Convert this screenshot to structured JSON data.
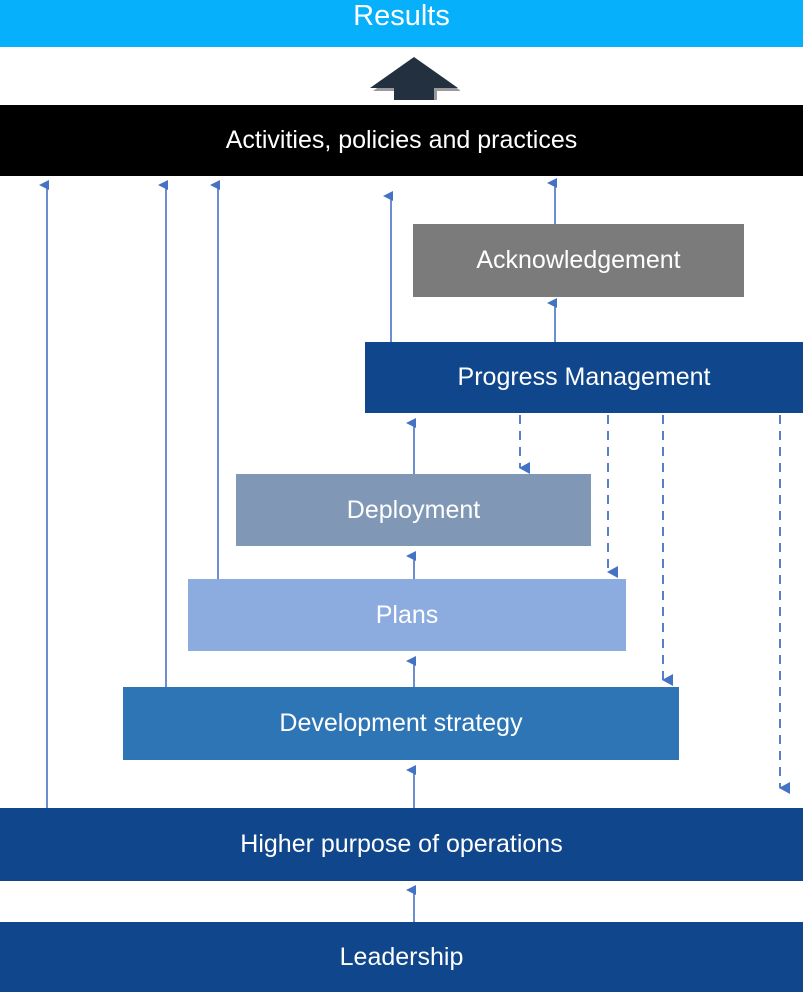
{
  "diagram": {
    "title": "Results achievement pyramid",
    "bands": {
      "results": {
        "label": "Results",
        "color": "#06b0fb"
      },
      "activities": {
        "label": "Activities, policies and practices",
        "color": "#000000"
      },
      "higher_purpose": {
        "label": "Higher purpose of operations",
        "color": "#10468c"
      },
      "leadership": {
        "label": "Leadership",
        "color": "#10468c"
      }
    },
    "boxes": [
      {
        "id": "acknowledgement",
        "label": "Acknowledgement",
        "color": "#7b7b7b"
      },
      {
        "id": "progress_management",
        "label": "Progress Management",
        "color": "#10468c"
      },
      {
        "id": "deployment",
        "label": "Deployment",
        "color": "#8098b5"
      },
      {
        "id": "plans",
        "label": "Plans",
        "color": "#8cabdf"
      },
      {
        "id": "development_strategy",
        "label": "Development strategy",
        "color": "#2e75b6"
      }
    ],
    "arrows": {
      "solid_color": "#4472c4",
      "dashed_color": "#4472c4",
      "main_arrow_color": "#22303f",
      "solid_up_count": 10,
      "dashed_down_count": 4
    }
  }
}
